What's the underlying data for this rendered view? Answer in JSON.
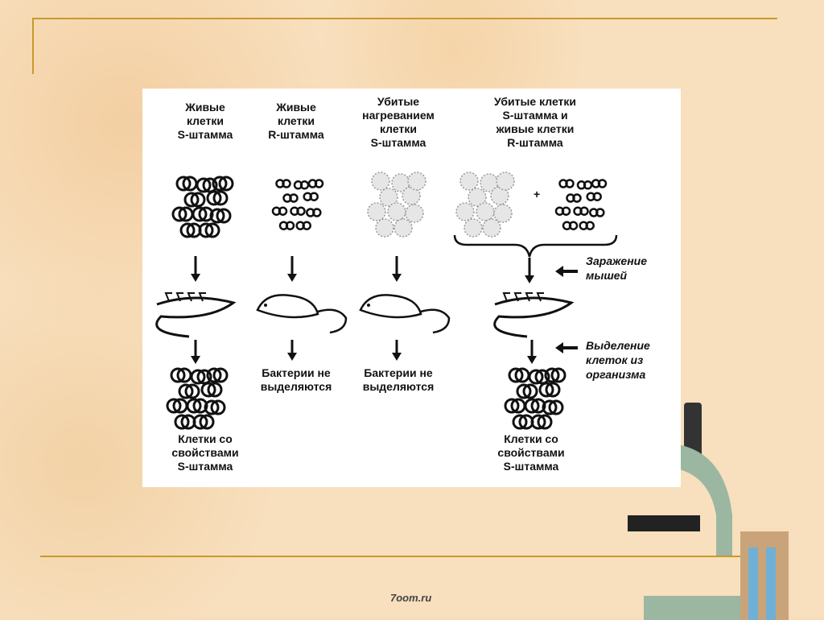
{
  "columns": [
    {
      "header": [
        "Живые",
        "клетки",
        "S-штамма"
      ],
      "result": [
        "Клетки со",
        "свойствами",
        "S-штамма"
      ]
    },
    {
      "header": [
        "Живые",
        "клетки",
        "R-штамма"
      ],
      "result": [
        "Бактерии не",
        "выделяются"
      ]
    },
    {
      "header": [
        "Убитые",
        "нагреванием",
        "клетки",
        "S-штамма"
      ],
      "result": [
        "Бактерии не",
        "выделяются"
      ]
    },
    {
      "header": [
        "Убитые клетки",
        "S-штамма и",
        "живые клетки",
        "R-штамма"
      ],
      "result": [
        "Клетки со",
        "свойствами",
        "S-штамма"
      ]
    }
  ],
  "plus": "+",
  "side_labels": {
    "infection": [
      "Заражение",
      "мышей"
    ],
    "isolation": [
      "Выделение",
      "клеток из",
      "организма"
    ]
  },
  "watermark": "7oom.ru"
}
